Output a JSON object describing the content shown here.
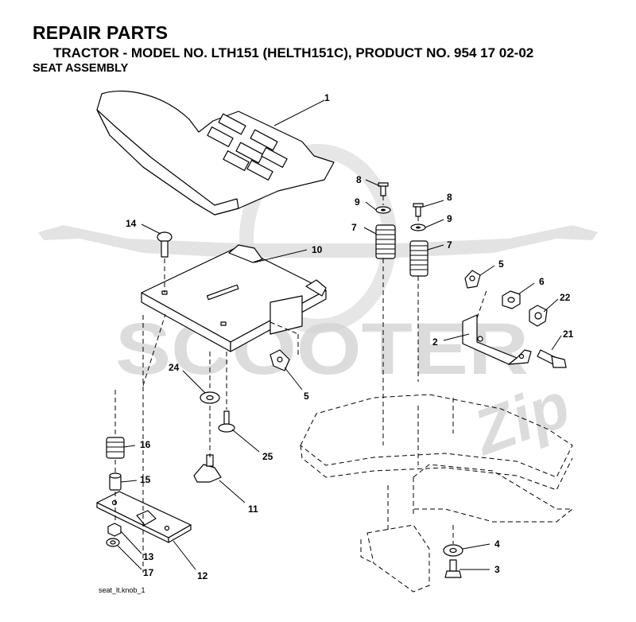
{
  "header": {
    "title": "REPAIR PARTS",
    "subtitle": "TRACTOR - MODEL NO. LTH151 (HELTH151C), PRODUCT NO. 954 17 02-02",
    "section": "SEAT ASSEMBLY"
  },
  "watermark": {
    "text": "SCOOTER",
    "script": "Zip"
  },
  "callouts": {
    "c1": "1",
    "c2": "2",
    "c3": "3",
    "c4": "4",
    "c5a": "5",
    "c5b": "5",
    "c6": "6",
    "c7a": "7",
    "c7b": "7",
    "c8a": "8",
    "c8b": "8",
    "c9a": "9",
    "c9b": "9",
    "c10": "10",
    "c11": "11",
    "c12": "12",
    "c13": "13",
    "c14": "14",
    "c15": "15",
    "c16": "16",
    "c17": "17",
    "c21": "21",
    "c22": "22",
    "c24": "24",
    "c25": "25"
  },
  "footer": {
    "drawing_id": "seat_lt.knob_1"
  }
}
